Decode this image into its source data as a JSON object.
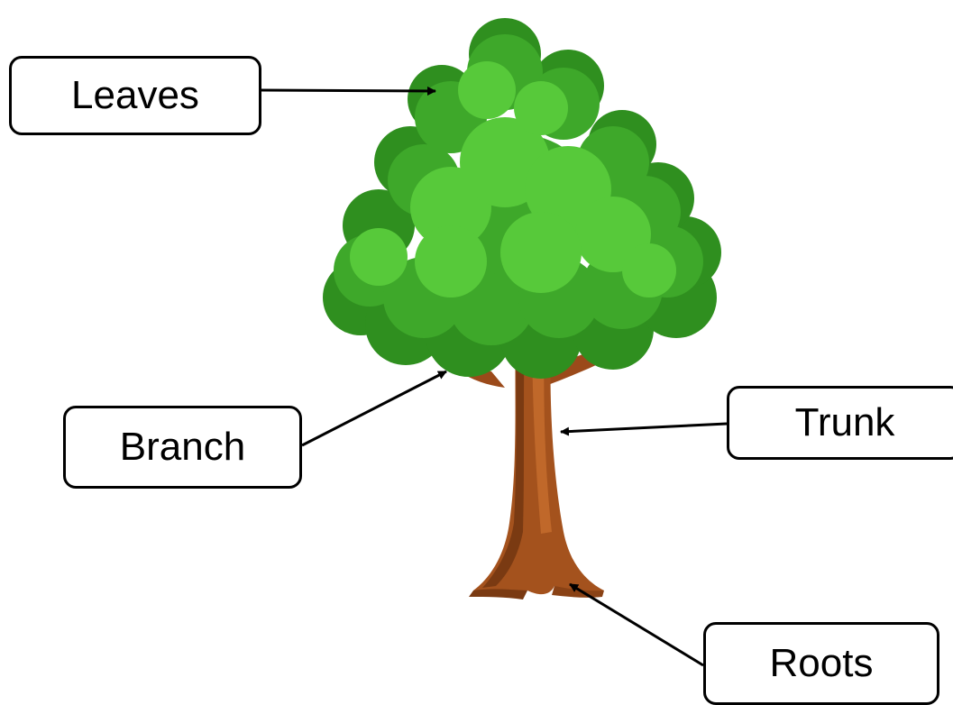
{
  "labels": {
    "leaves": "Leaves",
    "branch": "Branch",
    "trunk": "Trunk",
    "roots": "Roots"
  },
  "colors": {
    "foliage_dark": "#2f8f1f",
    "foliage_mid": "#3ea82a",
    "foliage_light": "#57c93a",
    "trunk_dark": "#7a3a12",
    "trunk_mid": "#a4521d",
    "trunk_light": "#c0682a",
    "line": "#000000"
  }
}
